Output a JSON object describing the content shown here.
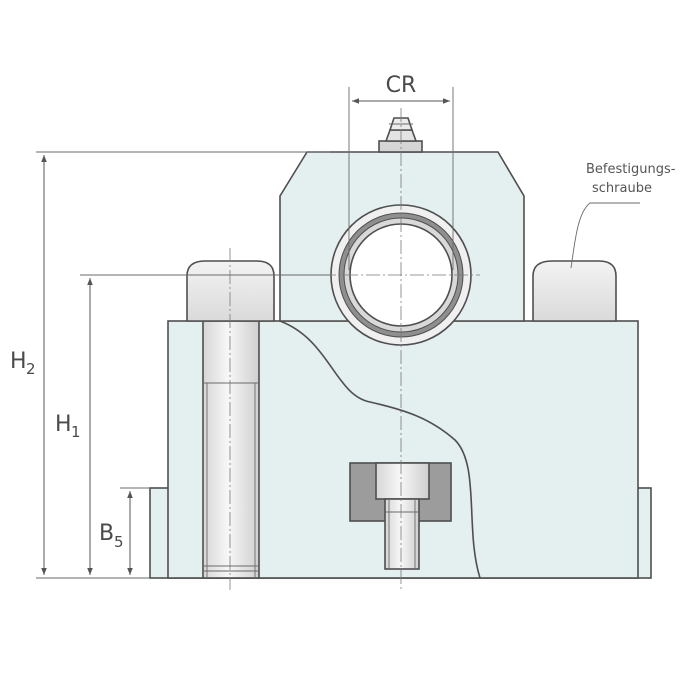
{
  "labels": {
    "cr": "CR",
    "h2_main": "H",
    "h2_sub": "2",
    "h1_main": "H",
    "h1_sub": "1",
    "b5_main": "B",
    "b5_sub": "5",
    "callout_line1": "Befestigungs-",
    "callout_line2": "schraube"
  },
  "colors": {
    "body_fill": "#e4efef",
    "cap_fill": "#e6e6e6",
    "cap_highlight": "#f4f4f4",
    "ring_outer": "#9a9a9a",
    "ring_inner": "#d8d8d8",
    "outline": "#4f4f4f",
    "dimension": "#555555"
  }
}
